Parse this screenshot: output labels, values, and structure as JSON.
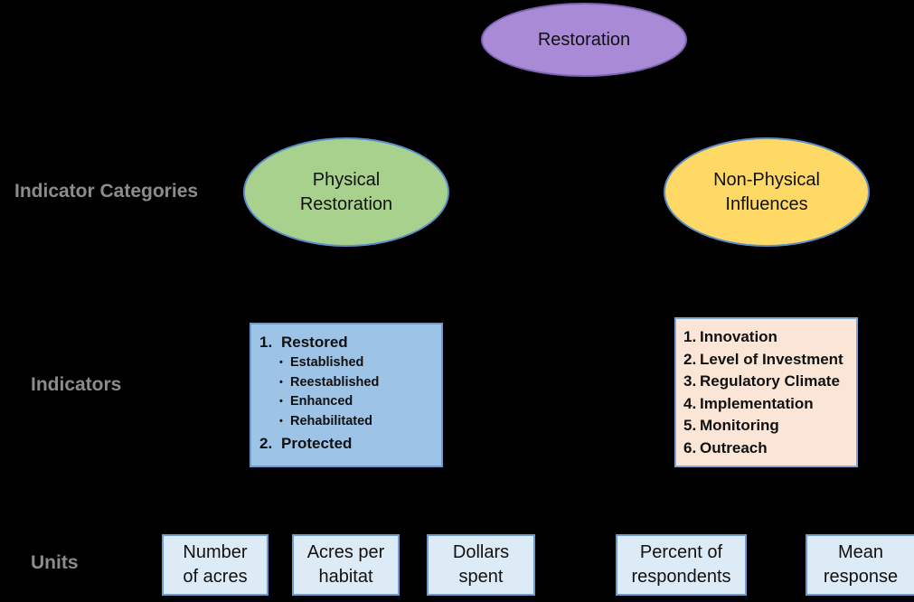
{
  "root": {
    "label": "Restoration"
  },
  "categories": [
    {
      "label": "Physical\nRestoration"
    },
    {
      "label": "Non-Physical\nInfluences"
    }
  ],
  "row_labels": {
    "categories": "Indicator Categories",
    "indicators": "Indicators",
    "units": "Units"
  },
  "physical_indicators": {
    "items": [
      {
        "num": "1.",
        "label": "Restored"
      },
      {
        "num": "2.",
        "label": "Protected"
      }
    ],
    "sub_items": [
      "Established",
      "Reestablished",
      "Enhanced",
      "Rehabilitated"
    ],
    "bullet": "•"
  },
  "nonphysical_indicators": {
    "items": [
      {
        "num": "1.",
        "label": "Innovation"
      },
      {
        "num": "2.",
        "label": "Level of Investment"
      },
      {
        "num": "3.",
        "label": "Regulatory Climate"
      },
      {
        "num": "4.",
        "label": "Implementation"
      },
      {
        "num": "5.",
        "label": "Monitoring"
      },
      {
        "num": "6.",
        "label": "Outreach"
      }
    ]
  },
  "units": [
    {
      "label": "Number\nof acres"
    },
    {
      "label": "Acres per\nhabitat"
    },
    {
      "label": "Dollars\nspent"
    },
    {
      "label": "Percent of\nrespondents"
    },
    {
      "label": "Mean\nresponse"
    }
  ],
  "colors": {
    "background": "#000000",
    "root_fill": "#a98ad7",
    "physical_fill": "#a8d18d",
    "nonphysical_fill": "#ffd966",
    "physical_box_fill": "#9dc3e6",
    "nonphysical_box_fill": "#fbe5d6",
    "unit_fill": "#ddebf7",
    "row_label_text": "#8c8c8c"
  }
}
